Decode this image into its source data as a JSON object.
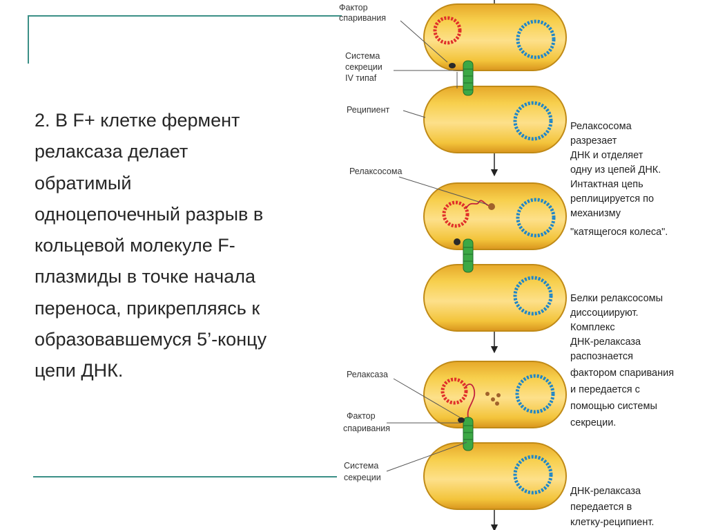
{
  "colors": {
    "accent_line": "#3a8f86",
    "cell_fill": "#f3c43b",
    "cell_edge": "#c08a16",
    "plasmid": "#e0302a",
    "chromosome": "#1f86c8",
    "pilus": "#3ca845"
  },
  "slide": {
    "text_lines": [
      "2. В F+ клетке фермент",
      "релаксаза делает",
      "обратимый",
      "одноцепочечный разрыв в",
      "кольцевой молекуле F-",
      "плазмиды в точке начала",
      "переноса, прикрепляясь к",
      "образовавшемуся 5’-концу",
      "цепи ДНК."
    ]
  },
  "diagram": {
    "labels": {
      "mating_factor_1": [
        "Фактор",
        "спаривания"
      ],
      "secretion_system_1": [
        "Система",
        "секреции",
        "IV типаf"
      ],
      "recipient": "Реципиент",
      "relaxosome": "Релаксосома",
      "relaxase": "Релаксаза",
      "mating_factor_2": [
        "Фактор",
        "спаривания"
      ],
      "secretion_system_2": [
        "Система",
        "секреции"
      ]
    },
    "descriptions": {
      "step1": [
        "Релаксосома",
        "разрезает",
        "ДНК и отделяет",
        "одну из цепей ДНК.",
        "Интактная цепь",
        "реплицируется по",
        "механизму",
        "\"катящегося колеса\"."
      ],
      "step2": [
        "Белки релаксосомы",
        "диссоциируют.",
        "Комплекс",
        "ДНК-релаксаза",
        "распознается",
        "фактором спаривания",
        "и передается с",
        "помощью системы",
        "секреции."
      ],
      "step3": [
        "ДНК-релаксаза",
        "передается в",
        "клетку-реципиент."
      ]
    }
  }
}
